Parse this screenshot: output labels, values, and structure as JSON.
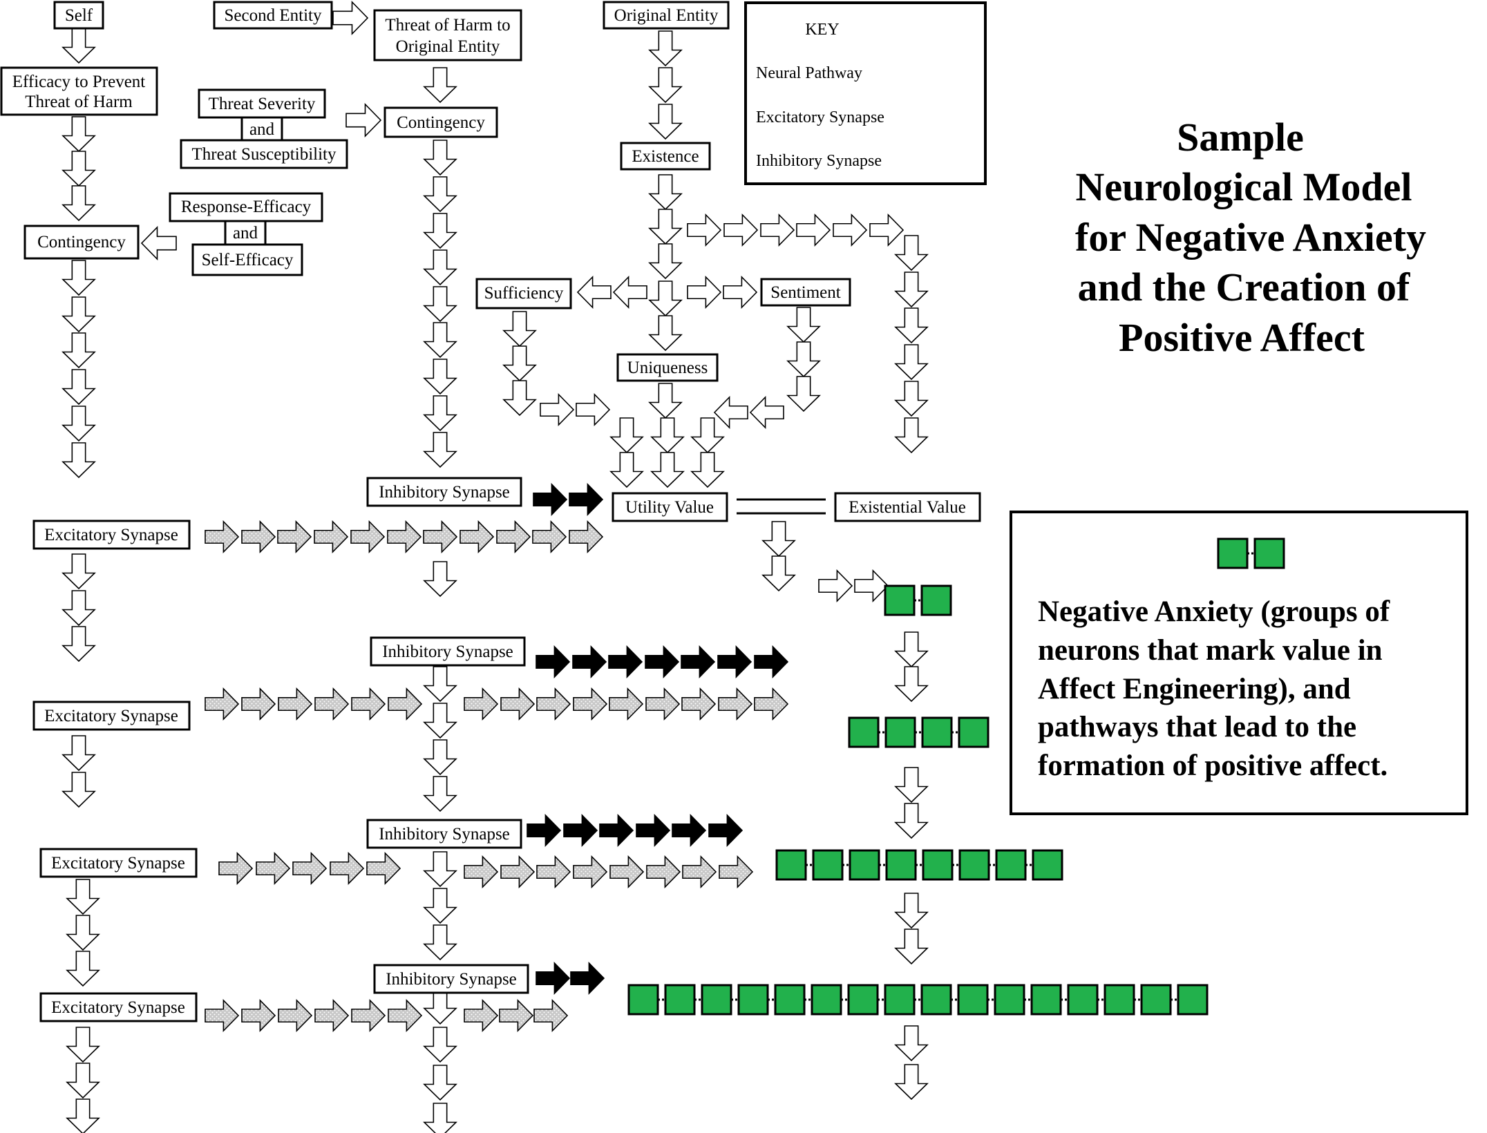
{
  "colors": {
    "neural_pathway": "#ffffff",
    "excitatory_synapse": "#c8c8c8",
    "inhibitory_synapse": "#000000",
    "negative_anxiety_neuron": "#22b14c",
    "outline": "#000000"
  },
  "key": {
    "title": "KEY",
    "items": [
      {
        "label": "Neural Pathway",
        "icon": "hollow-down-arrow-icon"
      },
      {
        "label": "Excitatory Synapse",
        "icon": "gray-down-arrow-icon"
      },
      {
        "label": "Inhibitory Synapse",
        "icon": "black-down-arrow-icon"
      }
    ]
  },
  "title": {
    "lines": [
      "Sample",
      "Neurological Model",
      "for Negative Anxiety",
      "and the Creation of",
      "Positive Affect"
    ]
  },
  "legend": {
    "lines": [
      "Negative Anxiety (groups of",
      "neurons that mark value in",
      "Affect Engineering), and",
      "pathways that lead to the",
      "formation of positive affect."
    ]
  },
  "nodes": {
    "self": "Self",
    "second_entity": "Second Entity",
    "threat_of_harm": [
      "Threat of Harm to",
      "Original Entity"
    ],
    "original_entity": "Original Entity",
    "efficacy": [
      "Efficacy to Prevent",
      "Threat of Harm"
    ],
    "threat_severity": "Threat Severity",
    "threat_and": "and",
    "threat_susceptibility": "Threat Susceptibility",
    "contingency_mid": "Contingency",
    "existence": "Existence",
    "response_efficacy": "Response-Efficacy",
    "response_and": "and",
    "self_efficacy": "Self-Efficacy",
    "contingency_left": "Contingency",
    "sufficiency": "Sufficiency",
    "sentiment": "Sentiment",
    "uniqueness": "Uniqueness",
    "inhibitory_1": "Inhibitory Synapse",
    "utility_value": "Utility Value",
    "existential_value": "Existential Value",
    "excitatory_1": "Excitatory Synapse",
    "inhibitory_2": "Inhibitory Synapse",
    "excitatory_2": "Excitatory Synapse",
    "inhibitory_3": "Inhibitory Synapse",
    "excitatory_3": "Excitatory Synapse",
    "inhibitory_4": "Inhibitory Synapse",
    "excitatory_4": "Excitatory Synapse"
  },
  "neuron_groups": [
    {
      "name": "group-1",
      "count": 2
    },
    {
      "name": "group-2",
      "count": 4
    },
    {
      "name": "group-3",
      "count": 8
    },
    {
      "name": "group-4",
      "count": 16
    },
    {
      "name": "legend-group",
      "count": 2
    }
  ]
}
